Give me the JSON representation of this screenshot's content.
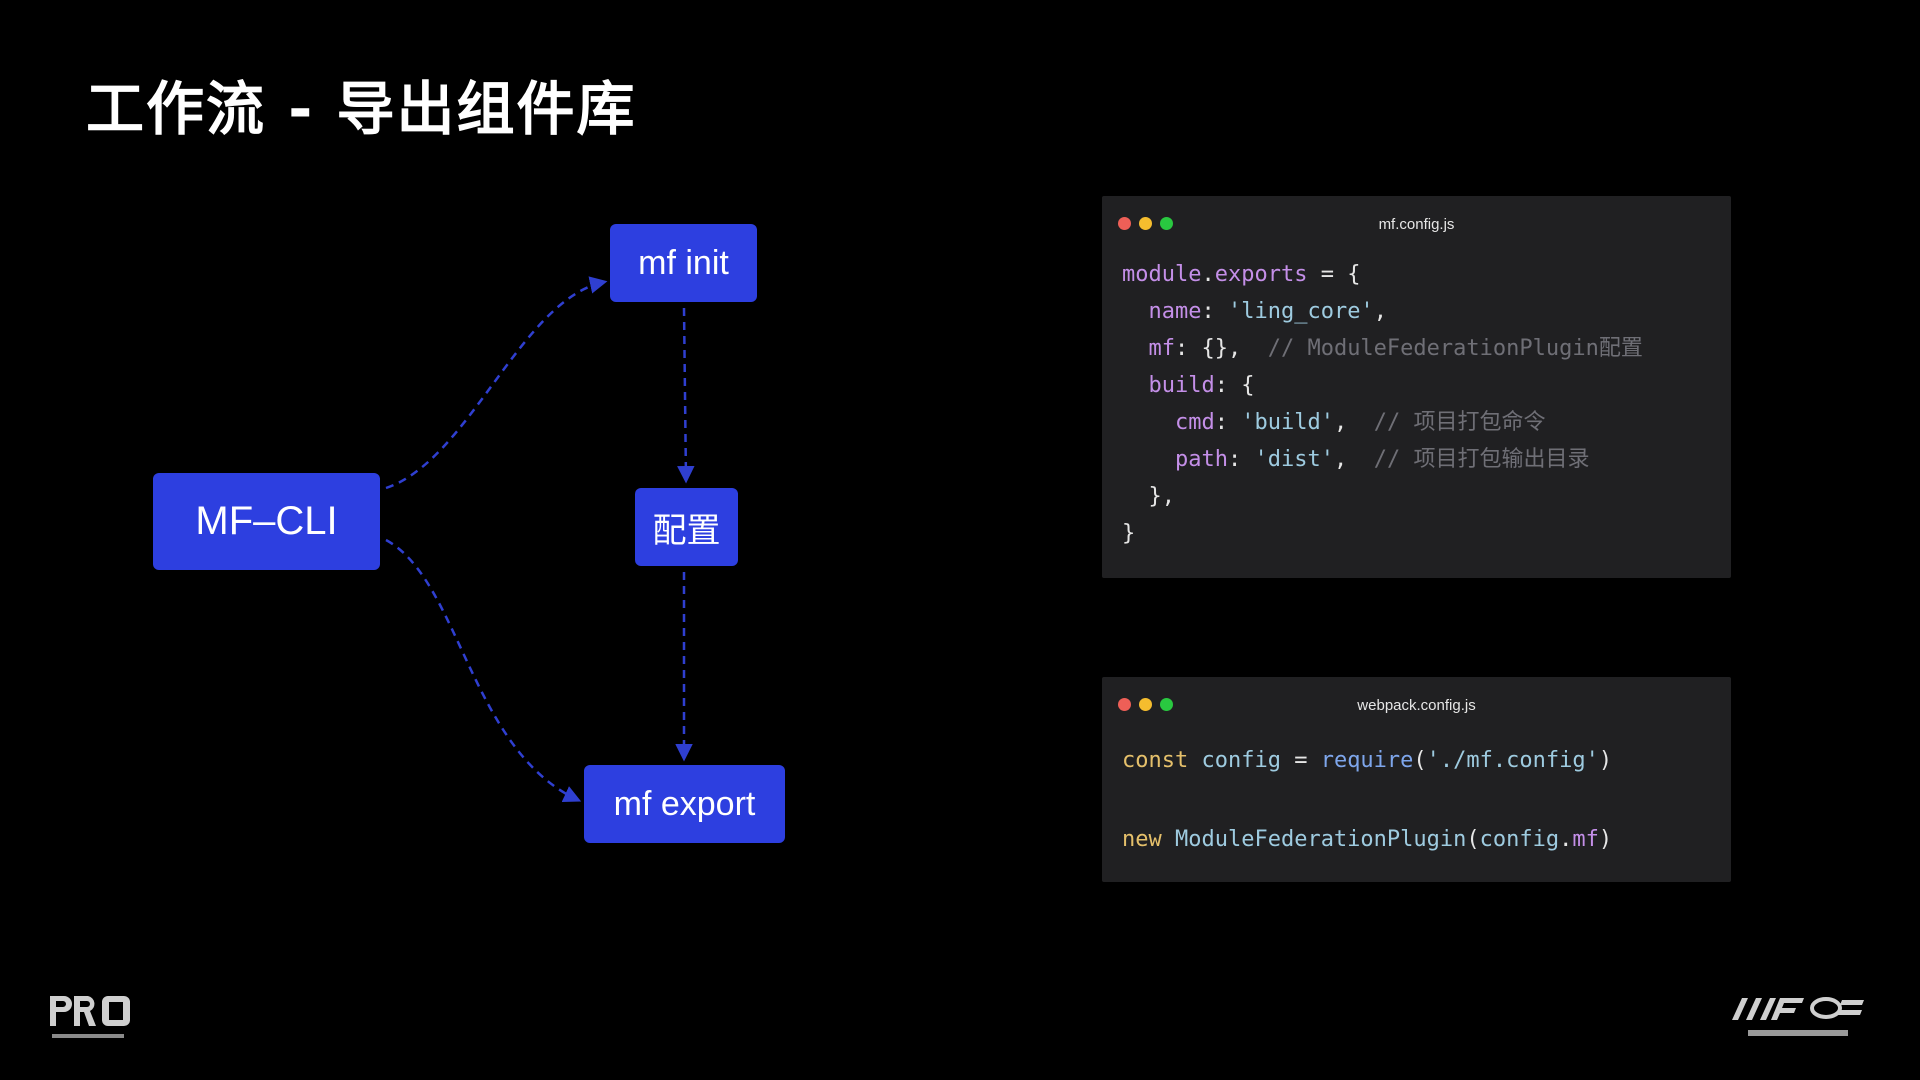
{
  "page": {
    "title": "工作流 - 导出组件库"
  },
  "diagram": {
    "nodes": {
      "cli": "MF–CLI",
      "init": "mf init",
      "config": "配置",
      "export": "mf export"
    },
    "edges": [
      {
        "from": "cli",
        "to": "init"
      },
      {
        "from": "cli",
        "to": "export"
      },
      {
        "from": "init",
        "to": "config"
      },
      {
        "from": "config",
        "to": "export"
      }
    ]
  },
  "window1": {
    "title": "mf.config.js",
    "lines": [
      [
        {
          "t": "module",
          "c": "prop"
        },
        {
          "t": ".",
          "c": "plain"
        },
        {
          "t": "exports",
          "c": "prop"
        },
        {
          "t": " = {",
          "c": "plain"
        }
      ],
      [
        {
          "t": "  ",
          "c": "plain"
        },
        {
          "t": "name",
          "c": "prop"
        },
        {
          "t": ": ",
          "c": "plain"
        },
        {
          "t": "'ling_core'",
          "c": "str"
        },
        {
          "t": ",",
          "c": "plain"
        }
      ],
      [
        {
          "t": "  ",
          "c": "plain"
        },
        {
          "t": "mf",
          "c": "prop"
        },
        {
          "t": ": {},  ",
          "c": "plain"
        },
        {
          "t": "// ModuleFederationPlugin配置",
          "c": "cmt"
        }
      ],
      [
        {
          "t": "  ",
          "c": "plain"
        },
        {
          "t": "build",
          "c": "prop"
        },
        {
          "t": ": {",
          "c": "plain"
        }
      ],
      [
        {
          "t": "    ",
          "c": "plain"
        },
        {
          "t": "cmd",
          "c": "prop"
        },
        {
          "t": ": ",
          "c": "plain"
        },
        {
          "t": "'build'",
          "c": "str"
        },
        {
          "t": ",  ",
          "c": "plain"
        },
        {
          "t": "// 项目打包命令",
          "c": "cmt"
        }
      ],
      [
        {
          "t": "    ",
          "c": "plain"
        },
        {
          "t": "path",
          "c": "prop"
        },
        {
          "t": ": ",
          "c": "plain"
        },
        {
          "t": "'dist'",
          "c": "str"
        },
        {
          "t": ",  ",
          "c": "plain"
        },
        {
          "t": "// 项目打包输出目录",
          "c": "cmt"
        }
      ],
      [
        {
          "t": "  },",
          "c": "plain"
        }
      ],
      [
        {
          "t": "}",
          "c": "plain"
        }
      ]
    ]
  },
  "window2": {
    "title": "webpack.config.js",
    "lines": [
      [
        {
          "t": "const",
          "c": "kw"
        },
        {
          "t": " config ",
          "c": "str"
        },
        {
          "t": "=",
          "c": "plain"
        },
        {
          "t": " require",
          "c": "fn"
        },
        {
          "t": "(",
          "c": "plain"
        },
        {
          "t": "'./mf.config'",
          "c": "str"
        },
        {
          "t": ")",
          "c": "plain"
        }
      ],
      [
        {
          "t": "new",
          "c": "kw"
        },
        {
          "t": " ModuleFederationPlugin",
          "c": "str"
        },
        {
          "t": "(",
          "c": "plain"
        },
        {
          "t": "config",
          "c": "str"
        },
        {
          "t": ".",
          "c": "plain"
        },
        {
          "t": "mf",
          "c": "prop"
        },
        {
          "t": ")",
          "c": "plain"
        }
      ]
    ]
  },
  "colors": {
    "background": "#000000",
    "node_fill": "#2d3fe0",
    "edge": "#2f3fd0",
    "window_bg": "#202022",
    "dot_red": "#ee5f57",
    "dot_yellow": "#f5bd2e",
    "dot_green": "#29c840"
  },
  "icons": {
    "left_logo": "pro-logo",
    "right_logo": "fe-jd-logo"
  }
}
